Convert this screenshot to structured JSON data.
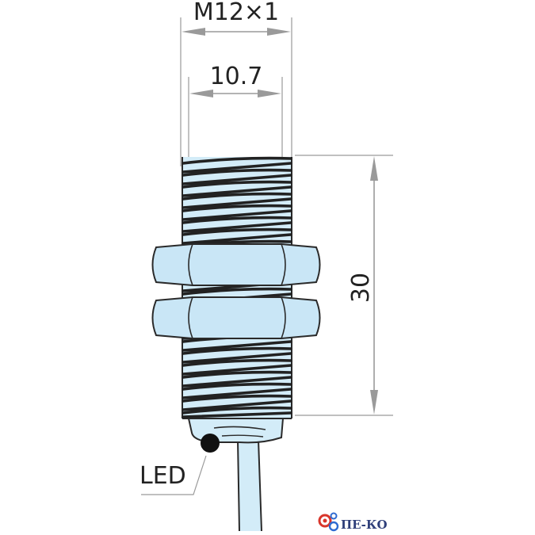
{
  "drawing": {
    "dimensions": {
      "thread": "M12×1",
      "inner_diameter": "10.7",
      "length": "30"
    },
    "callout": {
      "led": "LED"
    },
    "brand": {
      "name": "ПЕ-КО"
    },
    "colors": {
      "body": "#d3ecf8",
      "outline": "#2a2a2a",
      "dimension": "#9a9a9a",
      "brand": "#2f3f7a",
      "brand_gear": "#d9362b"
    },
    "icons": {
      "brand_logo": "gear-logo-icon",
      "led_indicator": "led-dot-icon"
    }
  }
}
